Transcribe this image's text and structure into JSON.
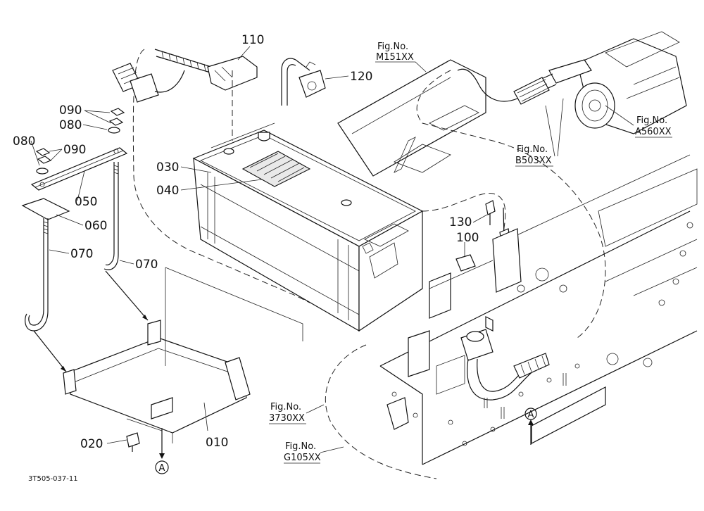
{
  "diagram": {
    "part_labels": {
      "p010": "010",
      "p020": "020",
      "p030": "030",
      "p040": "040",
      "p050": "050",
      "p060": "060",
      "p070a": "070",
      "p070b": "070",
      "p080a": "080",
      "p080b": "080",
      "p090a": "090",
      "p090b": "090",
      "p100": "100",
      "p110": "110",
      "p120": "120",
      "p130": "130"
    },
    "fig_refs": {
      "m151": {
        "title": "Fig.No.",
        "number": "M151XX"
      },
      "a560": {
        "title": "Fig.No.",
        "number": "A560XX"
      },
      "b503": {
        "title": "Fig.No.",
        "number": "B503XX"
      },
      "f3730": {
        "title": "Fig.No.",
        "number": "3730XX"
      },
      "g105": {
        "title": "Fig.No.",
        "number": "G105XX"
      }
    },
    "markers": {
      "a_bottom": "A",
      "a_right": "A"
    },
    "drawing_code": "3T505-037-11"
  }
}
